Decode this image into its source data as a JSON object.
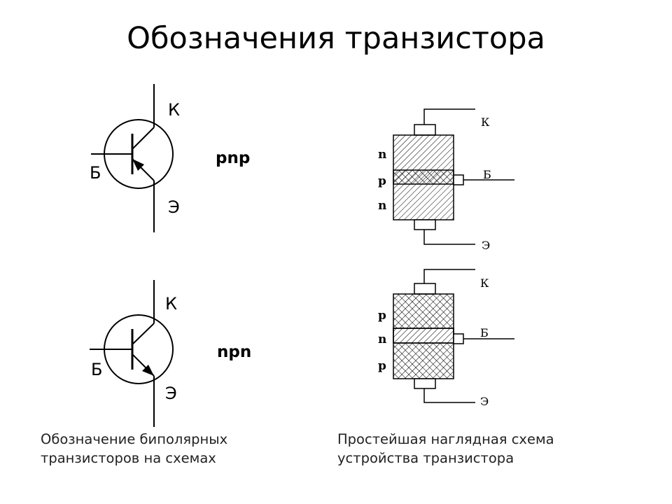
{
  "title": "Обозначения транзистора",
  "symbols": {
    "pnp": {
      "type_label": "pnp",
      "collector": "К",
      "base": "Б",
      "emitter": "Э"
    },
    "npn": {
      "type_label": "npn",
      "collector": "К",
      "base": "Б",
      "emitter": "Э"
    }
  },
  "structures": {
    "npn_layers": {
      "layers": [
        "n",
        "p",
        "n"
      ],
      "collector": "К",
      "base": "Б",
      "emitter": "Э"
    },
    "pnp_layers": {
      "layers": [
        "p",
        "n",
        "p"
      ],
      "collector": "К",
      "base": "Б",
      "emitter": "Э"
    }
  },
  "captions": {
    "left": [
      "Обозначение биполярных",
      "транзисторов на схемах"
    ],
    "right": [
      "Простейшая наглядная схема",
      "устройства транзистора"
    ]
  }
}
